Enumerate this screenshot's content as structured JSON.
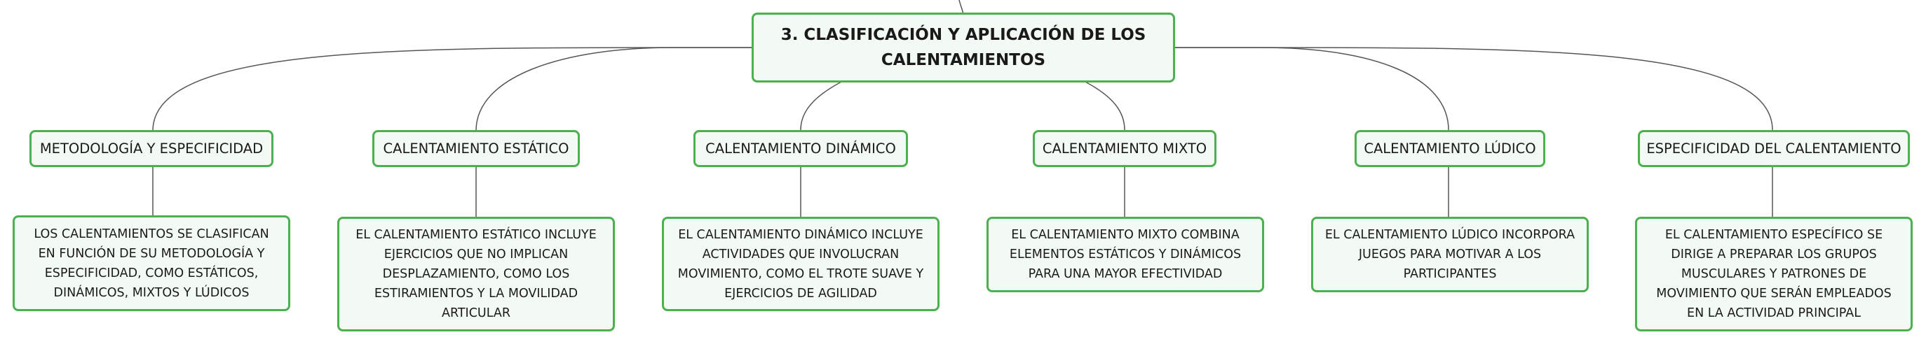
{
  "root": {
    "title": "3. CLASIFICACIÓN Y APLICACIÓN DE LOS CALENTAMIENTOS"
  },
  "branches": [
    {
      "label": "METODOLOGÍA Y ESPECIFICIDAD",
      "description": "LOS CALENTAMIENTOS SE CLASIFICAN EN FUNCIÓN DE SU METODOLOGÍA Y ESPECIFICIDAD, COMO ESTÁTICOS, DINÁMICOS, MIXTOS Y LÚDICOS"
    },
    {
      "label": "CALENTAMIENTO ESTÁTICO",
      "description": "EL CALENTAMIENTO ESTÁTICO INCLUYE EJERCICIOS QUE NO IMPLICAN DESPLAZAMIENTO, COMO LOS ESTIRAMIENTOS Y LA MOVILIDAD ARTICULAR"
    },
    {
      "label": "CALENTAMIENTO DINÁMICO",
      "description": "EL CALENTAMIENTO DINÁMICO INCLUYE ACTIVIDADES QUE INVOLUCRAN MOVIMIENTO, COMO EL TROTE SUAVE Y EJERCICIOS DE AGILIDAD"
    },
    {
      "label": "CALENTAMIENTO MIXTO",
      "description": "EL CALENTAMIENTO MIXTO COMBINA ELEMENTOS ESTÁTICOS Y DINÁMICOS PARA UNA MAYOR EFECTIVIDAD"
    },
    {
      "label": "CALENTAMIENTO LÚDICO",
      "description": "EL CALENTAMIENTO LÚDICO INCORPORA JUEGOS PARA MOTIVAR A LOS PARTICIPANTES"
    },
    {
      "label": "ESPECIFICIDAD DEL CALENTAMIENTO",
      "description": "EL CALENTAMIENTO ESPECÍFICO SE DIRIGE A PREPARAR LOS GRUPOS MUSCULARES Y PATRONES DE MOVIMIENTO QUE SERÁN EMPLEADOS EN LA ACTIVIDAD PRINCIPAL"
    }
  ],
  "colors": {
    "border": "#4caf50",
    "fill": "#f3faf4",
    "line": "#555555"
  }
}
